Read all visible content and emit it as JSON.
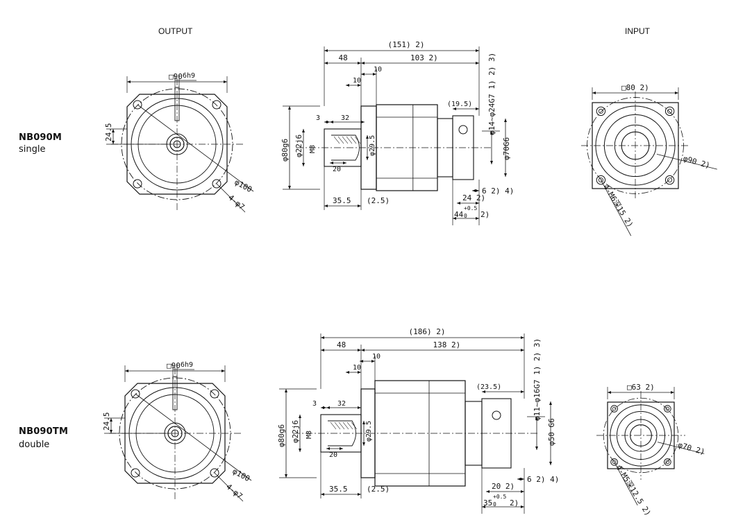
{
  "headers": {
    "output": "OUTPUT",
    "input": "INPUT"
  },
  "rows": [
    {
      "model": "NB090M",
      "kind": "single",
      "output_view": {
        "square": "□90",
        "keyway": "6h9",
        "dim_side": "24.5",
        "pcd": "φ100",
        "holes": "4-φ7"
      },
      "side_view": {
        "overall": "(151)  2)",
        "d48": "48",
        "d_body": "103  2)",
        "d10a": "10",
        "d10b": "10",
        "d3": "3",
        "d32": "32",
        "d20": "20",
        "d35_5": "35.5",
        "d2_5": "(2.5)",
        "d_in": "(19.5)",
        "d_shaft": "φ80g6",
        "d_22": "φ22j6",
        "m8": "M8",
        "d29_5": "φ29.5",
        "bore": "φ14~φ24G7  1) 2) 3)",
        "pilot": "φ70G6",
        "d6": "6  2) 4)",
        "d24": "24  2)",
        "d44": "44",
        "tol": "+0.5",
        "tol0": "0",
        "d44_note": "2)"
      },
      "input_view": {
        "square": "□80  2)",
        "pcd": "φ90  2)",
        "holes": "4-M6深15  2)"
      }
    },
    {
      "model": "NB090TM",
      "kind": "double",
      "output_view": {
        "square": "□90",
        "keyway": "6h9",
        "dim_side": "24.5",
        "pcd": "φ100",
        "holes": "4-φ7"
      },
      "side_view": {
        "overall": "(186)  2)",
        "d48": "48",
        "d_body": "138  2)",
        "d10a": "10",
        "d10b": "10",
        "d3": "3",
        "d32": "32",
        "d20": "20",
        "d35_5": "35.5",
        "d2_5": "(2.5)",
        "d_in": "(23.5)",
        "d_shaft": "φ80g6",
        "d_22": "φ22j6",
        "m8": "M8",
        "d29_5": "φ29.5",
        "bore": "φ11~φ16G7  1) 2) 3)",
        "pilot": "φ50 G6",
        "d6": "6  2) 4)",
        "d24": "20  2)",
        "d44": "35",
        "tol": "+0.5",
        "tol0": "0",
        "d44_note": "2)"
      },
      "input_view": {
        "square": "□63  2)",
        "pcd": "φ70  2)",
        "holes": "4-M5深12.5  2)"
      }
    }
  ]
}
